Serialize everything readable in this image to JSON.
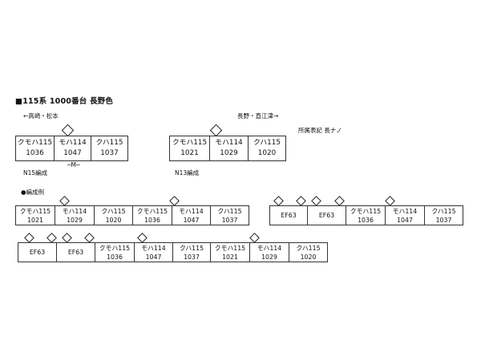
{
  "heading": {
    "marker": "■",
    "text": "115系 1000番台 長野色"
  },
  "direction_left": "←高崎・松本",
  "direction_right": "長野・直江津→",
  "depot_label": "所属表記 長ナノ",
  "motor_label": "─M─",
  "n15": {
    "label": "N15編成",
    "cars": [
      {
        "name": "クモハ115",
        "number": "1036"
      },
      {
        "name": "モハ114",
        "number": "1047"
      },
      {
        "name": "クハ115",
        "number": "1037"
      }
    ]
  },
  "n13": {
    "label": "N13編成",
    "cars": [
      {
        "name": "クモハ115",
        "number": "1021"
      },
      {
        "name": "モハ114",
        "number": "1029"
      },
      {
        "name": "クハ115",
        "number": "1020"
      }
    ]
  },
  "example": {
    "marker": "●",
    "label": "編成例",
    "row1": [
      {
        "name": "クモハ115",
        "number": "1021"
      },
      {
        "name": "モハ114",
        "number": "1029"
      },
      {
        "name": "クハ115",
        "number": "1020"
      },
      {
        "name": "クモハ115",
        "number": "1036"
      },
      {
        "name": "モハ114",
        "number": "1047"
      },
      {
        "name": "クハ115",
        "number": "1037"
      }
    ],
    "row2": [
      {
        "name": "EF63",
        "number": ""
      },
      {
        "name": "EF63",
        "number": ""
      },
      {
        "name": "クモハ115",
        "number": "1036"
      },
      {
        "name": "モハ114",
        "number": "1047"
      },
      {
        "name": "クハ115",
        "number": "1037"
      }
    ],
    "row3": [
      {
        "name": "EF63",
        "number": ""
      },
      {
        "name": "EF63",
        "number": ""
      },
      {
        "name": "クモハ115",
        "number": "1036"
      },
      {
        "name": "モハ114",
        "number": "1047"
      },
      {
        "name": "クハ115",
        "number": "1037"
      },
      {
        "name": "クモハ115",
        "number": "1021"
      },
      {
        "name": "モハ114",
        "number": "1029"
      },
      {
        "name": "クハ115",
        "number": "1020"
      }
    ]
  }
}
